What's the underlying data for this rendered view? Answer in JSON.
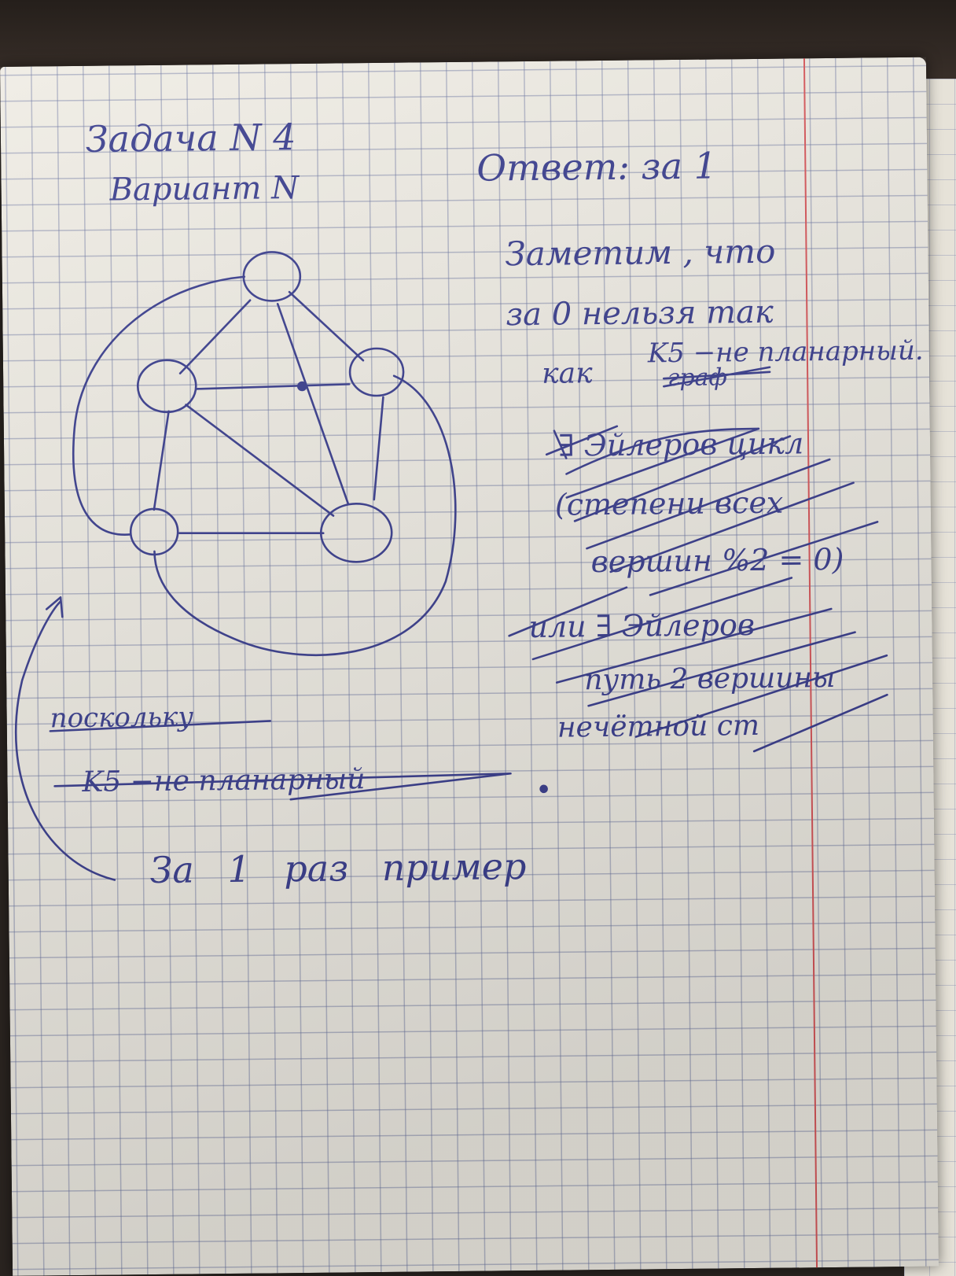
{
  "header": {
    "task_title": "Задача N 4",
    "variant": "Вариант N"
  },
  "answer": {
    "line1": "Ответ: за 1",
    "line2": "Заметим , что",
    "line3": "за 0 нельзя так",
    "line4_start": "как",
    "line4_note": "K5 −не планарный.",
    "line4_struck": "граф"
  },
  "crossed_out": {
    "r1": "∃ Эйлеров цикл",
    "r2": "(степени всех",
    "r3": "вершин %2 = 0)",
    "r4": "или ∃ Эйлеров",
    "r5": "путь 2 вершины",
    "r6": "нечётной ст",
    "l1": "поскольку",
    "l2": "K5 −не планарный"
  },
  "bottom_note": "За 1 раз пример",
  "graph": {
    "vertex_count": 5,
    "ink_color": "#3b3f8f",
    "paper_color": "#efece4",
    "grid_color": "#6973a0",
    "margin_color": "#d8565a"
  }
}
